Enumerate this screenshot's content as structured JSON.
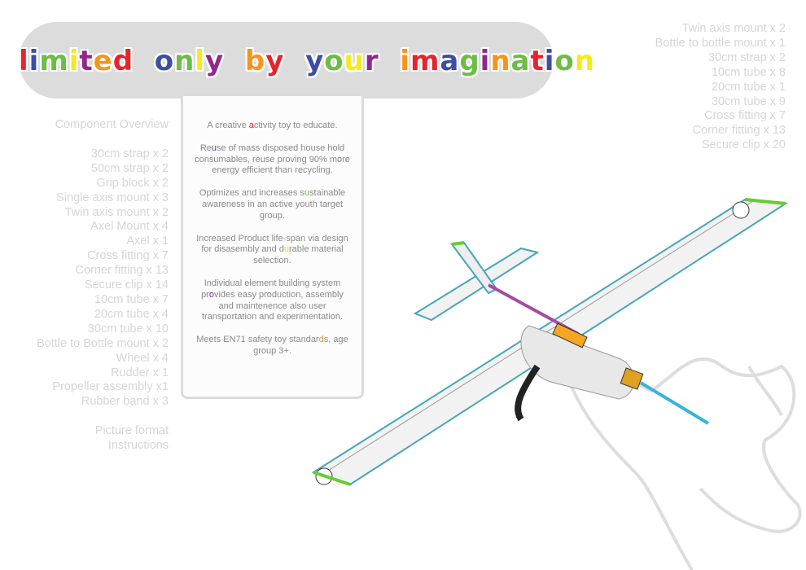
{
  "title": {
    "words": [
      [
        [
          "l",
          "#e8232a"
        ],
        [
          "i",
          "#3b4ea3"
        ],
        [
          "m",
          "#6cbd45"
        ],
        [
          "i",
          "#f6ea1c"
        ],
        [
          "t",
          "#92278f"
        ],
        [
          "e",
          "#f7941d"
        ],
        [
          "d",
          "#e8232a"
        ]
      ],
      [
        [
          "o",
          "#3b4ea3"
        ],
        [
          "n",
          "#6cbd45"
        ],
        [
          "l",
          "#f6ea1c"
        ],
        [
          "y",
          "#92278f"
        ]
      ],
      [
        [
          "b",
          "#f7941d"
        ],
        [
          "y",
          "#e8232a"
        ]
      ],
      [
        [
          "y",
          "#3b4ea3"
        ],
        [
          "o",
          "#6cbd45"
        ],
        [
          "u",
          "#f6ea1c"
        ],
        [
          "r",
          "#92278f"
        ]
      ],
      [
        [
          "i",
          "#f7941d"
        ],
        [
          "m",
          "#e8232a"
        ],
        [
          "a",
          "#3b4ea3"
        ],
        [
          "g",
          "#6cbd45"
        ],
        [
          "i",
          "#92278f"
        ],
        [
          "n",
          "#f7941d"
        ],
        [
          "a",
          "#6cbd45"
        ],
        [
          "t",
          "#e8232a"
        ],
        [
          "i",
          "#3b4ea3"
        ],
        [
          "o",
          "#6cbd45"
        ],
        [
          "n",
          "#f6ea1c"
        ]
      ]
    ]
  },
  "component_overview": {
    "heading": "Component Overview",
    "items": [
      "30cm strap x 2",
      "50cm strap x 2",
      "Grip block x 2",
      "Single axis mount x 3",
      "Twin axis mount x 2",
      "Axel Mount x 4",
      "Axel x 1",
      "Cross fitting x 7",
      "Corner fitting x 13",
      "Secure clip x 14",
      "10cm tube x 7",
      "20cm tube x 4",
      "30cm tube x 10",
      "Bottle to Bottle mount x 2",
      "Wheel x 4",
      "Rudder x 1",
      "Propeller assembly x1",
      "Rubber band x 3"
    ],
    "footer": [
      "Picture format",
      "Instructions"
    ]
  },
  "right_list": [
    "Twin axis mount x 2",
    "Bottle to bottle mount x 1",
    "30cm strap x 2",
    "10cm tube x 8",
    "20cm tube x 1",
    "30cm tube x 9",
    "Cross fitting x 7",
    "Corner fitting x 13",
    "Secure clip x  20"
  ],
  "panel": [
    {
      "pre": "A creative ",
      "hl": "a",
      "color": "#e8232a",
      "post": "ctivity toy to educate."
    },
    {
      "pre": "Re",
      "hl": "u",
      "color": "#3b4ea3",
      "post": "se of mass disposed house hold consumables, reuse proving 90% more energy efficient than recycling."
    },
    {
      "pre": "Optimizes and increases s",
      "hl": "u",
      "color": "#6cbd45",
      "post": "stainable awareness in an active youth target group."
    },
    {
      "pre": "Increased Product life-span via design for disasembly and d",
      "hl": "u",
      "color": "#e6d800",
      "post": "rable material selection."
    },
    {
      "pre": "Individual element building system pr",
      "hl": "o",
      "color": "#92278f",
      "post": "vides easy production, assembly and maintenence also user transportation and experimentation."
    },
    {
      "pre": "Meets EN71 safety toy standar",
      "hl": "d",
      "color": "#f7941d",
      "post": "s, age group 3+."
    }
  ]
}
